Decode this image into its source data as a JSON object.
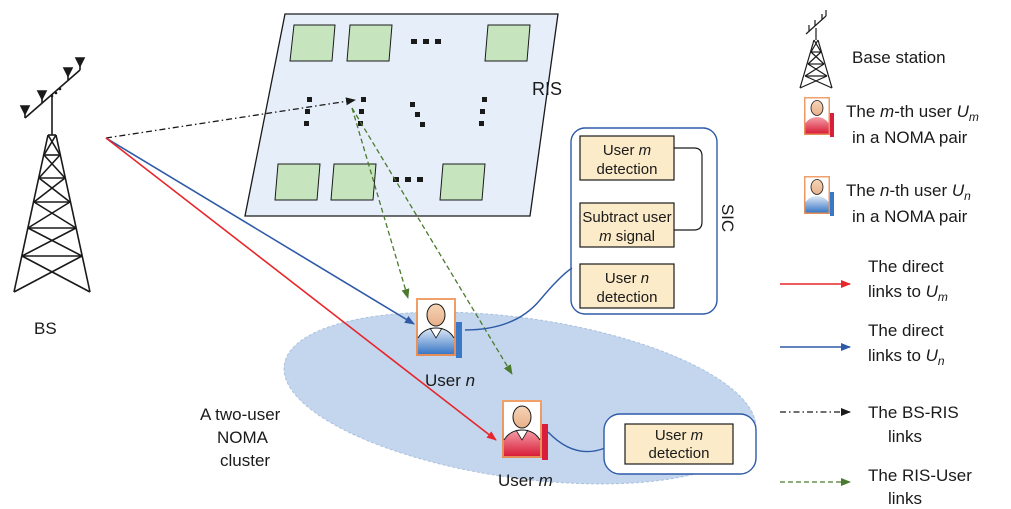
{
  "labels": {
    "ris": "RIS",
    "bs": "BS",
    "user_n": "User ",
    "user_n_var": "n",
    "user_m": "User ",
    "user_m_var": "m",
    "cluster_line1": "A two-user",
    "cluster_line2": "NOMA",
    "cluster_line3": "cluster",
    "sic": "SIC"
  },
  "sic_boxes": {
    "box1_line1": "User ",
    "box1_var": "m",
    "box1_line2": "detection",
    "box2_line1": "Subtract user",
    "box2_var": "m",
    "box2_line2": " signal",
    "box3_line1": "User ",
    "box3_var": "n",
    "box3_line2": "detection"
  },
  "user_m_box": {
    "line1": "User ",
    "var": "m",
    "line2": "detection"
  },
  "legend": {
    "base_station": "Base station",
    "user_m_l1_a": "The ",
    "user_m_l1_var": "m",
    "user_m_l1_b": "-th user ",
    "user_m_l1_U": "U",
    "user_m_l1_sub": "m",
    "user_m_l2": "in a NOMA pair",
    "user_n_l1_a": "The ",
    "user_n_l1_var": "n",
    "user_n_l1_b": "-th user ",
    "user_n_l1_U": "U",
    "user_n_l1_sub": "n",
    "user_n_l2": "in a NOMA pair",
    "direct_m_l1": "The direct",
    "direct_m_l2": "links to ",
    "direct_m_U": "U",
    "direct_m_sub": "m",
    "direct_n_l1": "The direct",
    "direct_n_l2": "links to ",
    "direct_n_U": "U",
    "direct_n_sub": "n",
    "bs_ris_l1": "The BS-RIS",
    "bs_ris_l2": "links",
    "ris_user_l1": "The RIS-User",
    "ris_user_l2": "links"
  },
  "colors": {
    "red_link": "#e8262a",
    "blue_link": "#2e5aa8",
    "green_link": "#4a7a2e",
    "black_link": "#1a1a1a",
    "ris_panel": "#e4eef8",
    "ris_element": "#c7e6c0",
    "cluster": "#bfd3ec",
    "sic_box": "#fcebc8"
  }
}
